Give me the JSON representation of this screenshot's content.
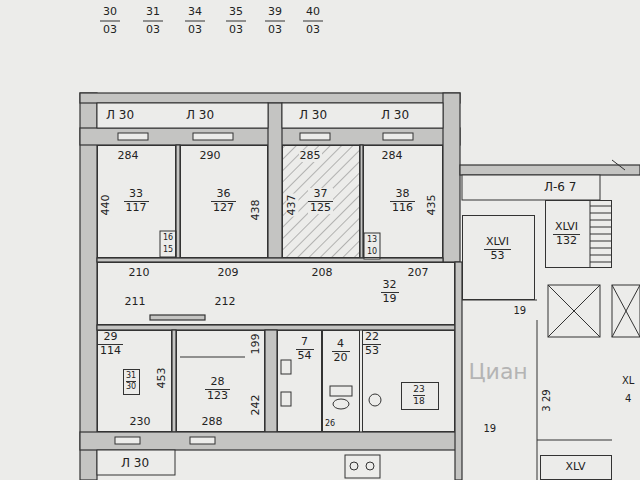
{
  "diagram": {
    "nodes": [
      {
        "text": [
          "33",
          "117"
        ]
      },
      {
        "text": [
          "36",
          "127"
        ]
      },
      {
        "text": [
          "37",
          "125"
        ]
      },
      {
        "text": [
          "38",
          "116"
        ]
      },
      {
        "text": [
          "32",
          "19"
        ]
      },
      {
        "text": [
          "29",
          "114"
        ]
      },
      {
        "text": [
          "31",
          "30"
        ],
        "in": 5
      },
      {
        "text": [
          "28",
          "123"
        ]
      },
      {
        "text": [
          "7",
          "54"
        ]
      },
      {
        "text": [
          "4",
          "20"
        ]
      },
      {
        "text": [
          "22",
          "53"
        ]
      },
      {
        "text": [
          "23",
          "18"
        ],
        "in": 10
      },
      {
        "text": [
          "XLVI",
          "53"
        ]
      },
      {
        "text": [
          "XLVI",
          "132"
        ]
      },
      {
        "text": [
          "XLV"
        ]
      }
    ],
    "labels": [
      "30",
      "03",
      "31",
      "03",
      "34",
      "03",
      "35",
      "03",
      "39",
      "03",
      "40",
      "03",
      "Л 30",
      "Л 30",
      "Л 30",
      "Л 30",
      "Л-6 7",
      "284",
      "290",
      "285",
      "284",
      "440",
      "438",
      "437",
      "435",
      "210",
      "209",
      "208",
      "207",
      "211",
      "212",
      "199",
      "453",
      "242",
      "230",
      "288",
      "16",
      "15",
      "13",
      "10",
      "26",
      "19",
      "19",
      "3 29",
      "Циан",
      "XL",
      "4",
      "Л 30"
    ]
  }
}
